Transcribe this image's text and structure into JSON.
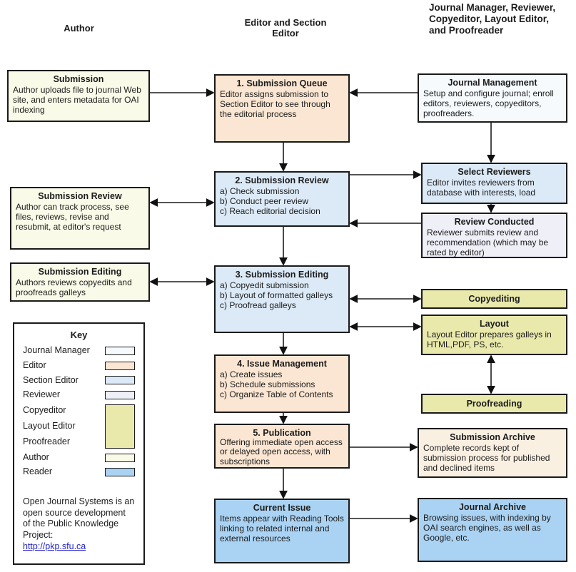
{
  "colors": {
    "journal_manager": "#F6FAFD",
    "editor": "#FAE6D2",
    "section_editor": "#DCEAF7",
    "reviewer": "#EFEFF8",
    "copyeditor_group": "#E9E9AC",
    "author": "#FAFAE8",
    "reader": "#AAD2F2",
    "submission_archive": "#FAF0E2",
    "border": "#1A1A1A",
    "link": "#2323CC"
  },
  "headers": {
    "author": "Author",
    "editor_section": "Editor and Section Editor",
    "right_group": "Journal Manager, Reviewer, Copyeditor, Layout Editor, and Proofreader"
  },
  "left": {
    "submission": {
      "title": "Submission",
      "body": "Author uploads file to journal Web site, and enters metadata for OAI indexing"
    },
    "submission_review": {
      "title": "Submission Review",
      "body": "Author can track process, see files, reviews, revise and resubmit, at editor's request"
    },
    "submission_editing": {
      "title": "Submission Editing",
      "body": "Authors reviews copyedits and proofreads galleys"
    }
  },
  "center": {
    "queue": {
      "title": "1. Submission Queue",
      "body": "Editor assigns submission to Section Editor to see through the editorial process"
    },
    "review": {
      "title": "2. Submission Review",
      "body": "a) Check submission\nb) Conduct peer review\nc) Reach editorial decision"
    },
    "editing": {
      "title": "3. Submission Editing",
      "body": "a) Copyedit submission\nb) Layout of formatted galleys\nc) Proofread galleys"
    },
    "issue_management": {
      "title": "4. Issue Management",
      "body": "a) Create issues\nb) Schedule submissions\nc) Organize Table of Contents"
    },
    "publication": {
      "title": "5. Publication",
      "body": "Offering immediate open access or delayed open access, with subscriptions"
    },
    "current_issue": {
      "title": "Current Issue",
      "body": "Items appear with Reading Tools linking to related internal and external resources"
    }
  },
  "right": {
    "journal_management": {
      "title": "Journal Management",
      "body": "Setup and configure journal; enroll editors, reviewers, copyeditors, proofreaders."
    },
    "select_reviewers": {
      "title": "Select Reviewers",
      "body": "Editor invites reviewers from database with interests, load"
    },
    "review_conducted": {
      "title": "Review Conducted",
      "body": "Reviewer submits review and recommendation (which may be rated by editor)"
    },
    "copyediting": {
      "title": "Copyediting"
    },
    "layout": {
      "title": "Layout",
      "body": "Layout Editor prepares galleys in HTML,PDF, PS, etc."
    },
    "proofreading": {
      "title": "Proofreading"
    },
    "submission_archive": {
      "title": "Submission Archive",
      "body": "Complete records kept of submission process for published and declined items"
    },
    "journal_archive": {
      "title": "Journal Archive",
      "body": "Browsing issues, with indexing by OAI search engines, as well as Google, etc."
    }
  },
  "key": {
    "title": "Key",
    "items": [
      {
        "label": "Journal Manager",
        "swatch": "journal_manager"
      },
      {
        "label": "Editor",
        "swatch": "editor"
      },
      {
        "label": "Section Editor",
        "swatch": "section_editor"
      },
      {
        "label": "Reviewer",
        "swatch": "reviewer"
      },
      {
        "label": "Copyeditor",
        "swatch": "copyeditor_group"
      },
      {
        "label": "Layout Editor",
        "swatch": "copyeditor_group"
      },
      {
        "label": "Proofreader",
        "swatch": "copyeditor_group"
      },
      {
        "label": "Author",
        "swatch": "author"
      },
      {
        "label": "Reader",
        "swatch": "reader"
      }
    ],
    "footer": "Open Journal Systems is an open source development of the Public Knowledge Project:",
    "link": "http://pkp.sfu.ca"
  }
}
